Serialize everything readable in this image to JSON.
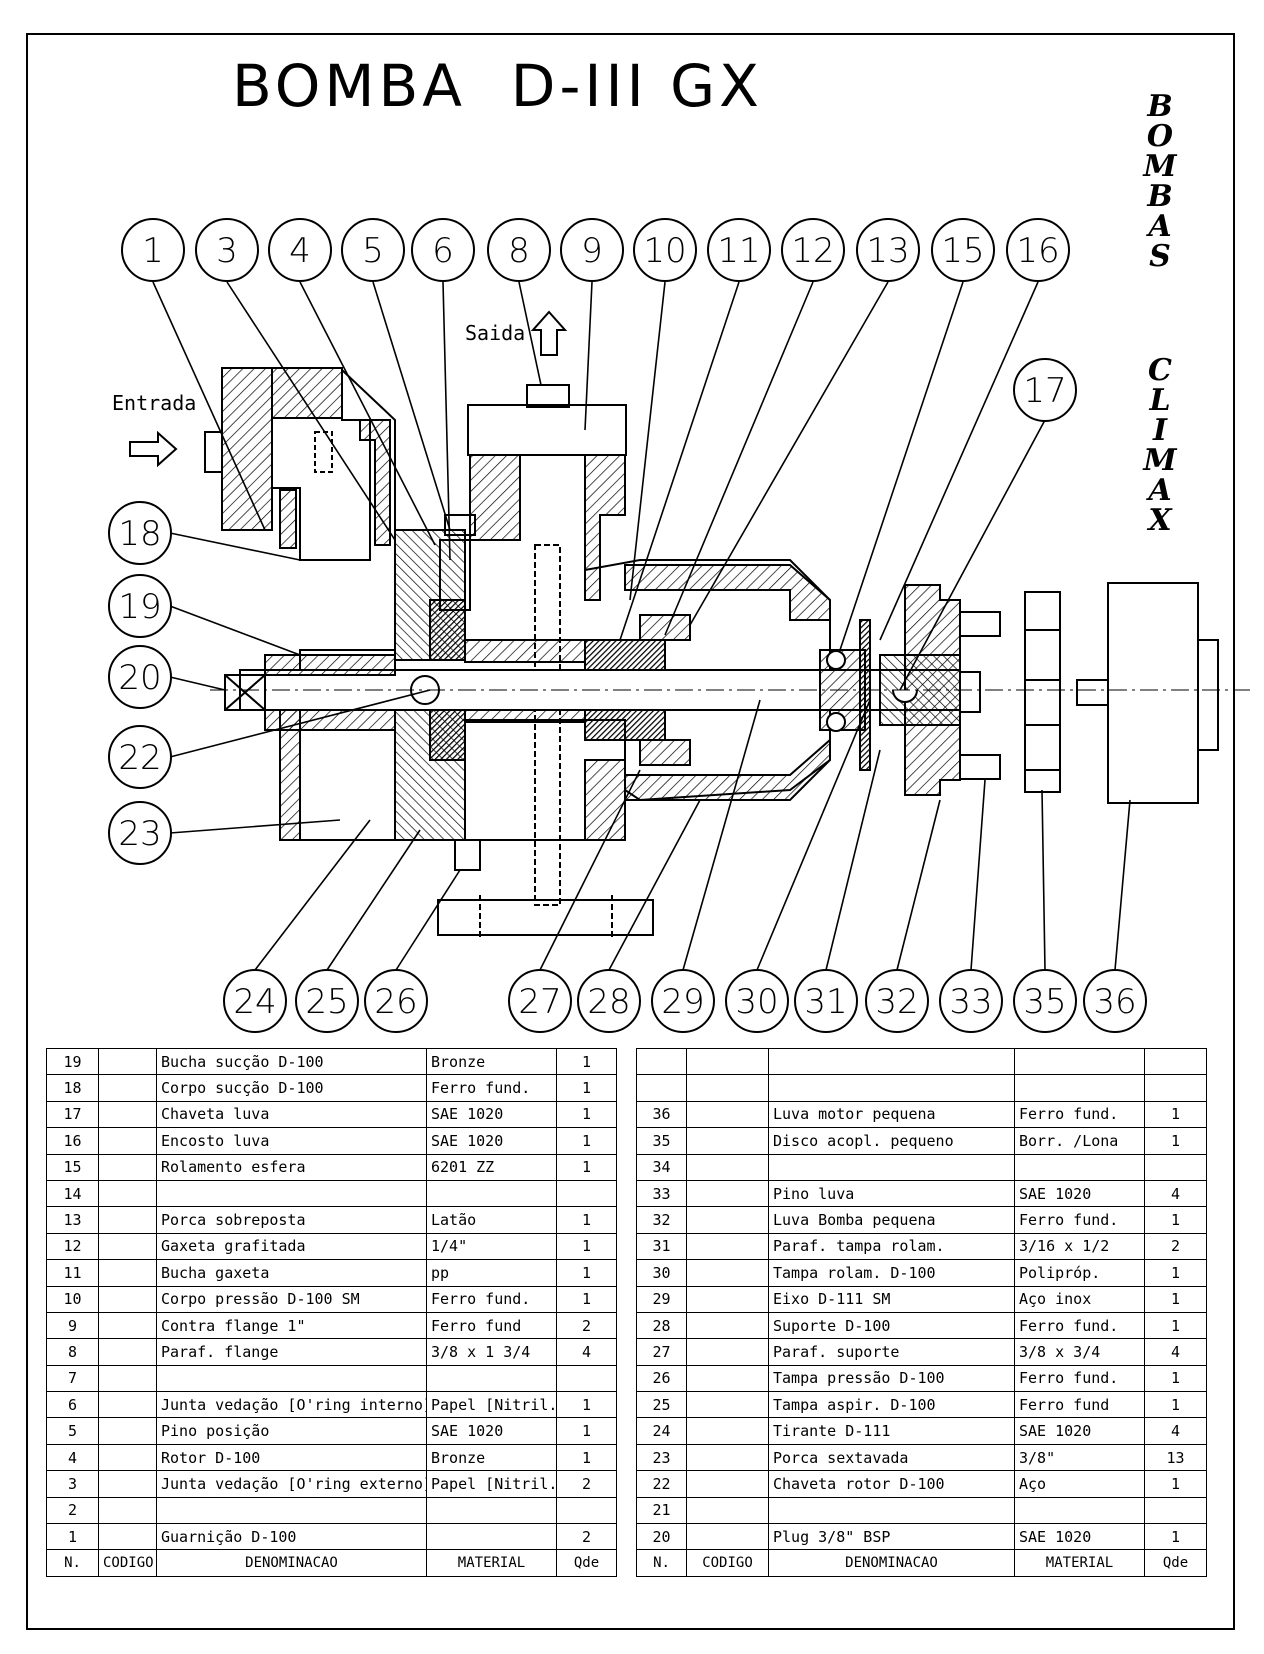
{
  "title": "BOMBA  D-III GX",
  "brand": {
    "line1": "BOMBAS",
    "line2": "CLIMAX"
  },
  "labels": {
    "entrada": "Entrada",
    "saida": "Saida"
  },
  "callouts": {
    "top": [
      "1",
      "3",
      "4",
      "5",
      "6",
      "8",
      "9",
      "10",
      "11",
      "12",
      "13",
      "15",
      "16"
    ],
    "right": [
      "17"
    ],
    "left": [
      "18",
      "19",
      "20",
      "22",
      "23"
    ],
    "bottom": [
      "24",
      "25",
      "26",
      "27",
      "28",
      "29",
      "30",
      "31",
      "32",
      "33",
      "35",
      "36"
    ]
  },
  "table_header": {
    "n": "N.",
    "codigo": "CODIGO",
    "denominacao": "DENOMINACAO",
    "material": "MATERIAL",
    "qde": "Qde"
  },
  "table_left": [
    {
      "n": "19",
      "code": "",
      "name": "Bucha sucção D-100",
      "material": "Bronze",
      "qty": "1"
    },
    {
      "n": "18",
      "code": "",
      "name": "Corpo sucção D-100",
      "material": "Ferro fund.",
      "qty": "1"
    },
    {
      "n": "17",
      "code": "",
      "name": "Chaveta luva",
      "material": "SAE 1020",
      "qty": "1"
    },
    {
      "n": "16",
      "code": "",
      "name": "Encosto luva",
      "material": "SAE 1020",
      "qty": "1"
    },
    {
      "n": "15",
      "code": "",
      "name": "Rolamento esfera",
      "material": "6201 ZZ",
      "qty": "1"
    },
    {
      "n": "14",
      "code": "",
      "name": "",
      "material": "",
      "qty": ""
    },
    {
      "n": "13",
      "code": "",
      "name": "Porca sobreposta",
      "material": "Latão",
      "qty": "1"
    },
    {
      "n": "12",
      "code": "",
      "name": "Gaxeta grafitada",
      "material": "1/4\"",
      "qty": "1"
    },
    {
      "n": "11",
      "code": "",
      "name": "Bucha gaxeta",
      "material": "pp",
      "qty": "1"
    },
    {
      "n": "10",
      "code": "",
      "name": "Corpo pressão D-100 SM",
      "material": "Ferro fund.",
      "qty": "1"
    },
    {
      "n": "9",
      "code": "",
      "name": "Contra flange 1\"",
      "material": "Ferro fund",
      "qty": "2"
    },
    {
      "n": "8",
      "code": "",
      "name": "Paraf. flange",
      "material": "3/8 x 1 3/4",
      "qty": "4"
    },
    {
      "n": "7",
      "code": "",
      "name": "",
      "material": "",
      "qty": ""
    },
    {
      "n": "6",
      "code": "",
      "name": "Junta vedação [O'ring interno]",
      "material": "Papel [Nitril.]",
      "qty": "1"
    },
    {
      "n": "5",
      "code": "",
      "name": "Pino posição",
      "material": "SAE 1020",
      "qty": "1"
    },
    {
      "n": "4",
      "code": "",
      "name": "Rotor D-100",
      "material": "Bronze",
      "qty": "1"
    },
    {
      "n": "3",
      "code": "",
      "name": "Junta vedação [O'ring externo]",
      "material": "Papel [Nitril.]",
      "qty": "2"
    },
    {
      "n": "2",
      "code": "",
      "name": "",
      "material": "",
      "qty": ""
    },
    {
      "n": "1",
      "code": "",
      "name": "Guarnição D-100",
      "material": "",
      "qty": "2"
    }
  ],
  "table_right": [
    {
      "n": "",
      "code": "",
      "name": "",
      "material": "",
      "qty": ""
    },
    {
      "n": "",
      "code": "",
      "name": "",
      "material": "",
      "qty": ""
    },
    {
      "n": "36",
      "code": "",
      "name": "Luva motor pequena",
      "material": "Ferro fund.",
      "qty": "1"
    },
    {
      "n": "35",
      "code": "",
      "name": "Disco acopl. pequeno",
      "material": "Borr. /Lona",
      "qty": "1"
    },
    {
      "n": "34",
      "code": "",
      "name": "",
      "material": "",
      "qty": ""
    },
    {
      "n": "33",
      "code": "",
      "name": "Pino luva",
      "material": "SAE 1020",
      "qty": "4"
    },
    {
      "n": "32",
      "code": "",
      "name": "Luva Bomba pequena",
      "material": "Ferro fund.",
      "qty": "1"
    },
    {
      "n": "31",
      "code": "",
      "name": "Paraf. tampa rolam.",
      "material": "3/16 x 1/2",
      "qty": "2"
    },
    {
      "n": "30",
      "code": "",
      "name": "Tampa rolam. D-100",
      "material": "Polipróp.",
      "qty": "1"
    },
    {
      "n": "29",
      "code": "",
      "name": "Eixo D-111 SM",
      "material": "Aço inox",
      "qty": "1"
    },
    {
      "n": "28",
      "code": "",
      "name": "Suporte D-100",
      "material": "Ferro fund.",
      "qty": "1"
    },
    {
      "n": "27",
      "code": "",
      "name": "Paraf. suporte",
      "material": "3/8 x 3/4",
      "qty": "4"
    },
    {
      "n": "26",
      "code": "",
      "name": "Tampa pressão D-100",
      "material": "Ferro fund.",
      "qty": "1"
    },
    {
      "n": "25",
      "code": "",
      "name": "Tampa aspir. D-100",
      "material": "Ferro fund",
      "qty": "1"
    },
    {
      "n": "24",
      "code": "",
      "name": "Tirante D-111",
      "material": "SAE 1020",
      "qty": "4"
    },
    {
      "n": "23",
      "code": "",
      "name": "Porca sextavada",
      "material": "3/8\"",
      "qty": "13"
    },
    {
      "n": "22",
      "code": "",
      "name": "Chaveta rotor D-100",
      "material": "Aço",
      "qty": "1"
    },
    {
      "n": "21",
      "code": "",
      "name": "",
      "material": "",
      "qty": ""
    },
    {
      "n": "20",
      "code": "",
      "name": "Plug 3/8\" BSP",
      "material": "SAE 1020",
      "qty": "1"
    }
  ]
}
